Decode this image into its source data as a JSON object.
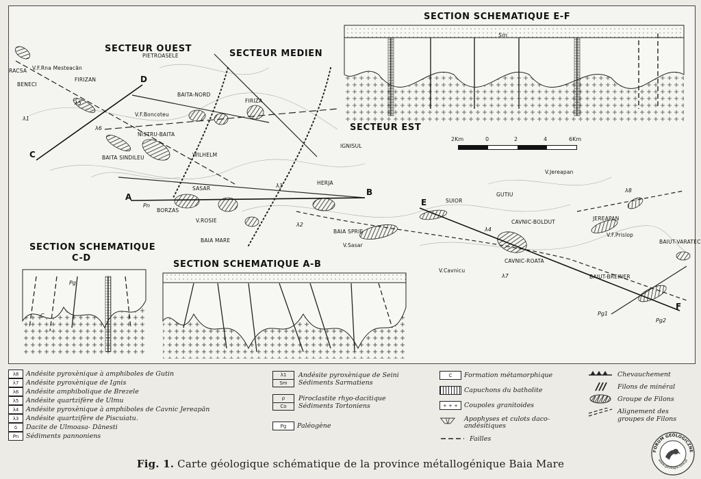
{
  "map": {
    "headings": {
      "section_ef": "SECTION  SCHEMATIQUE E-F",
      "secteur_ouest": "SECTEUR OUEST",
      "secteur_median": "SECTEUR MEDIEN",
      "secteur_est": "SECTEUR EST",
      "section_cd_line1": "SECTION SCHEMATIQUE",
      "section_cd_line2": "C-D",
      "section_ab": "SECTION SCHEMATIQUE A-B"
    },
    "places": [
      "RACSA",
      "V.F.Rna Mesteacăn",
      "BENECI",
      "FIRIZAN",
      "PIETROASELE",
      "BAITA-NORD",
      "FIRIZA",
      "V.F.Boncoteu",
      "NISTRU-BAITA",
      "BAITA SINDILEU",
      "WILHELM",
      "SASAR",
      "BORZAS",
      "V.ROSIE",
      "BAIA MARE",
      "HERJA",
      "IGNISUL",
      "BAIA SPRIE",
      "SUIOR",
      "GUTIU",
      "CAVNIC-BOLDUT",
      "CAVNIC-ROATA",
      "JEREAPAN",
      "V.F.Prislop",
      "BAIUT-VARATEC",
      "BAIUT-BREINER",
      "V.Jereapan",
      "V.Cavnicu",
      "V.Sasar"
    ],
    "points": [
      "A",
      "B",
      "C",
      "D",
      "E",
      "F"
    ],
    "units": [
      "λ1",
      "λ2",
      "λ3",
      "λ4",
      "λ5",
      "λ6",
      "λ7",
      "λ8",
      "Pn",
      "Pg",
      "Sm",
      "C",
      "Pg1",
      "Pg2"
    ],
    "scale": {
      "labels": [
        "2Km",
        "0",
        "2",
        "4",
        "6Km"
      ]
    }
  },
  "legend": {
    "col1": [
      {
        "sym": "λ8",
        "text": "Andésite pyroxènique à amphiboles de Gutin"
      },
      {
        "sym": "λ7",
        "text": "Andésite pyroxènique de Ignis"
      },
      {
        "sym": "λ6",
        "text": "Andésite amphibolique de Brezele"
      },
      {
        "sym": "λ5",
        "text": "Andésite quartzifère de Ulmu"
      },
      {
        "sym": "λ4",
        "text": "Andésite pyroxènique à amphiboles de Cavnic Jereapăn"
      },
      {
        "sym": "λ3",
        "text": "Andésite quartzifère de Piscuiatu."
      },
      {
        "sym": "δ",
        "text": "Dacite de Ulmoasa- Dănesti"
      },
      {
        "sym": "Pn",
        "text": "Sédiments pannoniens"
      }
    ],
    "col2": [
      {
        "top": "λ1",
        "bottom": "Sm",
        "line1": "Andésite pyroxènique de Seini",
        "line2": "Sédiments Sarmatiens"
      },
      {
        "top": "ρ",
        "bottom": "Co",
        "line1": "Piroclastite rhyo-dacitique",
        "line2": "Sédiments Tortoniens"
      },
      {
        "sym": "Pg",
        "text": "Paléogène"
      }
    ],
    "col3": [
      {
        "sym": "C",
        "text": "Formation métamorphique"
      },
      {
        "text": "Capuchons du batholite"
      },
      {
        "text": "Coupoles granitoides"
      },
      {
        "text": "Apophyses et culots daco-andésitiques"
      },
      {
        "text": "Failles"
      }
    ],
    "col4": [
      {
        "text": "Chevauchement"
      },
      {
        "text": "Filons de minéral"
      },
      {
        "text": "Groupe de Filons"
      },
      {
        "text": "Alignement des groupes de Filons"
      }
    ]
  },
  "caption": {
    "fig": "Fig. 1.",
    "text": "Carte géologique schématique de la province métallogénique Baia Mare"
  },
  "watermark": {
    "top_text": "FORUM GEOLOGICZNE",
    "bottom_text": "www.geologia.fora.pl"
  }
}
